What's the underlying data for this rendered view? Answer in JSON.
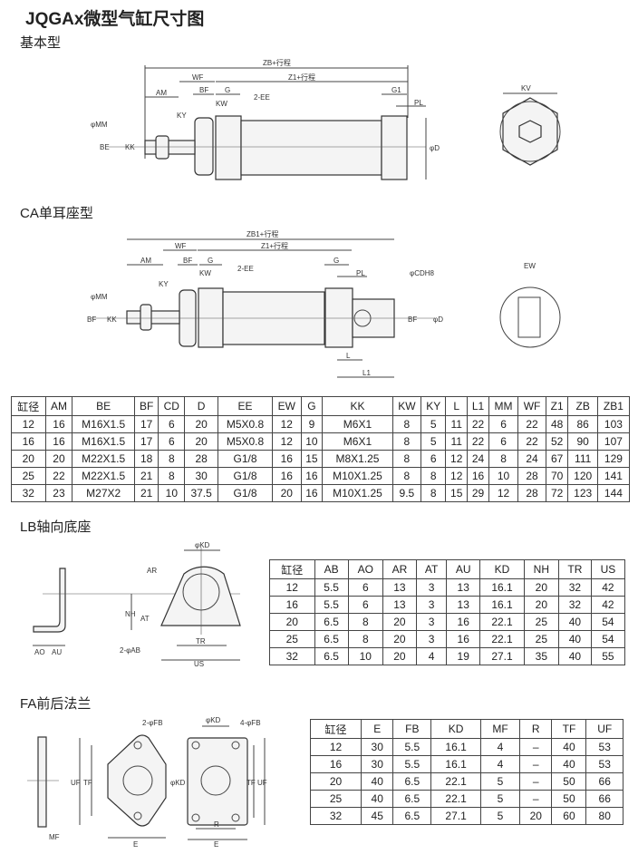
{
  "title": "JQGAx微型气缸尺寸图",
  "sections": {
    "basic": "基本型",
    "ca": "CA单耳座型",
    "lb": "LB轴向底座",
    "fa": "FA前后法兰"
  },
  "basic_labels": {
    "zb": "ZB+行程",
    "z1": "Z1+行程",
    "wf": "WF",
    "am": "AM",
    "bf": "BF",
    "g": "G",
    "ee": "2-EE",
    "kw": "KW",
    "ky": "KY",
    "mm": "φMM",
    "be": "BE",
    "kk": "KK",
    "g1": "G1",
    "pl": "PL",
    "d": "φD",
    "kv": "KV"
  },
  "ca_labels": {
    "zb1": "ZB1+行程",
    "z1": "Z1+行程",
    "wf": "WF",
    "am": "AM",
    "bf": "BF",
    "g": "G",
    "ee": "2-EE",
    "kw": "KW",
    "ky": "KY",
    "mm": "φMM",
    "bf2": "BF",
    "kk": "KK",
    "g2": "G",
    "pl": "PL",
    "cd": "φCDH8",
    "bf3": "BF",
    "d": "φD",
    "l": "L",
    "l1": "L1",
    "ew": "EW"
  },
  "lb_labels": {
    "kd": "φKD",
    "ar": "AR",
    "nh": "NH",
    "at": "AT",
    "ao": "AO",
    "au": "AU",
    "ab": "2-φAB",
    "tr": "TR",
    "us": "US"
  },
  "fa_labels": {
    "fb2": "2-φFB",
    "kd": "φKD",
    "fb4": "4-φFB",
    "uf": "UF",
    "tf": "TF",
    "kd2": "φKD",
    "e": "E",
    "r": "R",
    "e2": "E",
    "tf2": "TF",
    "uf2": "UF",
    "mf": "MF"
  },
  "main_table": {
    "headers": [
      "缸径",
      "AM",
      "BE",
      "BF",
      "CD",
      "D",
      "EE",
      "EW",
      "G",
      "KK",
      "KW",
      "KY",
      "L",
      "L1",
      "MM",
      "WF",
      "Z1",
      "ZB",
      "ZB1"
    ],
    "rows": [
      [
        "12",
        "16",
        "M16X1.5",
        "17",
        "6",
        "20",
        "M5X0.8",
        "12",
        "9",
        "M6X1",
        "8",
        "5",
        "11",
        "22",
        "6",
        "22",
        "48",
        "86",
        "103"
      ],
      [
        "16",
        "16",
        "M16X1.5",
        "17",
        "6",
        "20",
        "M5X0.8",
        "12",
        "10",
        "M6X1",
        "8",
        "5",
        "11",
        "22",
        "6",
        "22",
        "52",
        "90",
        "107"
      ],
      [
        "20",
        "20",
        "M22X1.5",
        "18",
        "8",
        "28",
        "G1/8",
        "16",
        "15",
        "M8X1.25",
        "8",
        "6",
        "12",
        "24",
        "8",
        "24",
        "67",
        "111",
        "129"
      ],
      [
        "25",
        "22",
        "M22X1.5",
        "21",
        "8",
        "30",
        "G1/8",
        "16",
        "16",
        "M10X1.25",
        "8",
        "8",
        "12",
        "16",
        "10",
        "28",
        "70",
        "120",
        "141"
      ],
      [
        "32",
        "23",
        "M27X2",
        "21",
        "10",
        "37.5",
        "G1/8",
        "20",
        "16",
        "M10X1.25",
        "9.5",
        "8",
        "15",
        "29",
        "12",
        "28",
        "72",
        "123",
        "144"
      ]
    ]
  },
  "lb_table": {
    "headers": [
      "缸径",
      "AB",
      "AO",
      "AR",
      "AT",
      "AU",
      "KD",
      "NH",
      "TR",
      "US"
    ],
    "rows": [
      [
        "12",
        "5.5",
        "6",
        "13",
        "3",
        "13",
        "16.1",
        "20",
        "32",
        "42"
      ],
      [
        "16",
        "5.5",
        "6",
        "13",
        "3",
        "13",
        "16.1",
        "20",
        "32",
        "42"
      ],
      [
        "20",
        "6.5",
        "8",
        "20",
        "3",
        "16",
        "22.1",
        "25",
        "40",
        "54"
      ],
      [
        "25",
        "6.5",
        "8",
        "20",
        "3",
        "16",
        "22.1",
        "25",
        "40",
        "54"
      ],
      [
        "32",
        "6.5",
        "10",
        "20",
        "4",
        "19",
        "27.1",
        "35",
        "40",
        "55"
      ]
    ]
  },
  "fa_table": {
    "headers": [
      "缸径",
      "E",
      "FB",
      "KD",
      "MF",
      "R",
      "TF",
      "UF"
    ],
    "rows": [
      [
        "12",
        "30",
        "5.5",
        "16.1",
        "4",
        "–",
        "40",
        "53"
      ],
      [
        "16",
        "30",
        "5.5",
        "16.1",
        "4",
        "–",
        "40",
        "53"
      ],
      [
        "20",
        "40",
        "6.5",
        "22.1",
        "5",
        "–",
        "50",
        "66"
      ],
      [
        "25",
        "40",
        "6.5",
        "22.1",
        "5",
        "–",
        "50",
        "66"
      ],
      [
        "32",
        "45",
        "6.5",
        "27.1",
        "5",
        "20",
        "60",
        "80"
      ]
    ]
  }
}
